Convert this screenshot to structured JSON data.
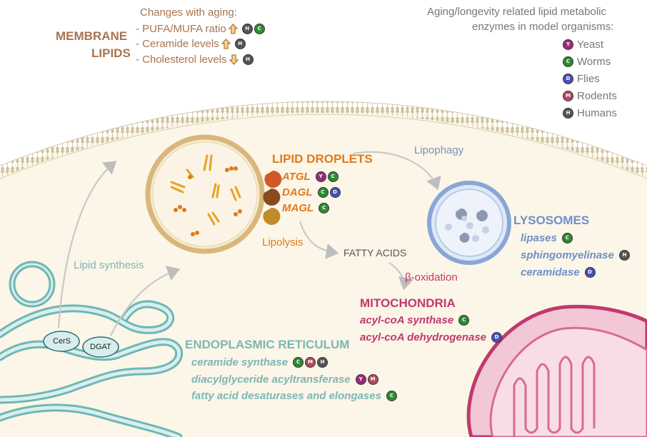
{
  "colors": {
    "yeast": "#9b2a7e",
    "worms": "#2e8a32",
    "flies": "#4a50b8",
    "rodents": "#b04a5f",
    "humans": "#555555",
    "membrane_text": "#a8744e",
    "lipid_orange": "#e07a1c",
    "er_teal": "#7fb6b5",
    "lyso_blue": "#6f8fc8",
    "mito_pink": "#c0396c",
    "arrow_up": "#e0a04a"
  },
  "membrane": {
    "title_line1": "MEMBRANE",
    "title_line2": "LIPIDS",
    "changes_heading": "Changes with aging:",
    "items": [
      {
        "label": "- PUFA/MUFA ratio",
        "direction": "up",
        "organisms": [
          "H",
          "C"
        ]
      },
      {
        "label": "- Ceramide levels",
        "direction": "up",
        "organisms": [
          "H"
        ]
      },
      {
        "label": "- Cholesterol levels",
        "direction": "down",
        "organisms": [
          "H"
        ]
      }
    ]
  },
  "legend": {
    "heading_line1": "Aging/longevity related lipid metabolic",
    "heading_line2": "enzymes in model organisms:",
    "entries": [
      {
        "letter": "Y",
        "label": "Yeast",
        "color_key": "yeast"
      },
      {
        "letter": "C",
        "label": "Worms",
        "color_key": "worms"
      },
      {
        "letter": "D",
        "label": "Flies",
        "color_key": "flies"
      },
      {
        "letter": "M",
        "label": "Rodents",
        "color_key": "rodents"
      },
      {
        "letter": "H",
        "label": "Humans",
        "color_key": "humans"
      }
    ]
  },
  "lipid_droplets": {
    "title": "LIPID DROPLETS",
    "enzymes": [
      {
        "name": "ATGL",
        "organisms": [
          "Y",
          "C"
        ]
      },
      {
        "name": "DAGL",
        "organisms": [
          "C",
          "D"
        ]
      },
      {
        "name": "MAGL",
        "organisms": [
          "C"
        ]
      }
    ],
    "lipolysis_label": "Lipolysis",
    "lipophagy_label": "Lipophagy"
  },
  "lysosomes": {
    "title": "LYSOSOMES",
    "enzymes": [
      {
        "name": "lipases",
        "organisms": [
          "C"
        ]
      },
      {
        "name": "sphingomyelinase",
        "organisms": [
          "H"
        ]
      },
      {
        "name": "ceramidase",
        "organisms": [
          "D"
        ]
      }
    ]
  },
  "fatty_acids_label": "FATTY ACIDS",
  "beta_oxidation_label": "β-oxidation",
  "lipid_synthesis_label": "Lipid synthesis",
  "mitochondria": {
    "title": "MITOCHONDRIA",
    "enzymes": [
      {
        "name": "acyl-coA synthase",
        "organisms": [
          "C"
        ]
      },
      {
        "name": "acyl-coA dehydrogenase",
        "organisms": [
          "D"
        ]
      }
    ]
  },
  "er": {
    "title": "ENDOPLASMIC RETICULUM",
    "cers_label": "CerS",
    "dgat_label": "DGAT",
    "enzymes": [
      {
        "name": "ceramide synthase",
        "organisms": [
          "C",
          "M",
          "H"
        ]
      },
      {
        "name": "diacylglyceride acyltransferase",
        "organisms": [
          "Y",
          "M"
        ]
      },
      {
        "name": "fatty acid desaturases and elongases",
        "organisms": [
          "C"
        ]
      }
    ]
  }
}
